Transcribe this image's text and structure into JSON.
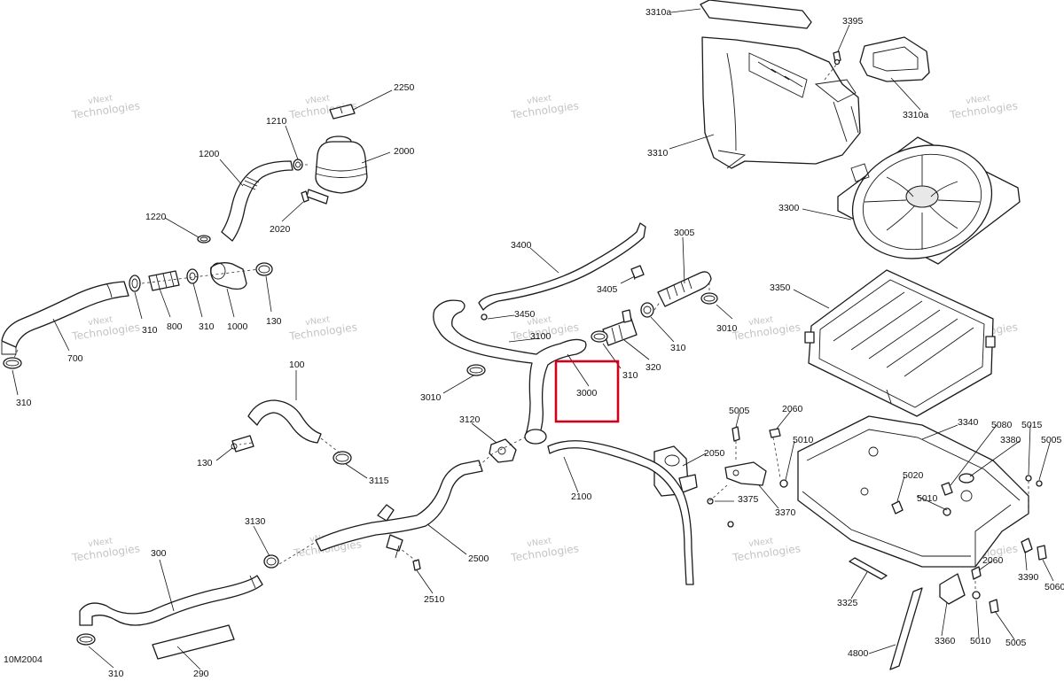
{
  "diagram_code": "10M2004",
  "watermark": {
    "line1": "vNext",
    "line2": "Technologies"
  },
  "highlight_color": "#d0021b",
  "highlighted_part": "3000",
  "labels": [
    {
      "id": "l_3310a_top",
      "text": "3310a"
    },
    {
      "id": "l_3395",
      "text": "3395"
    },
    {
      "id": "l_3310a_right",
      "text": "3310a"
    },
    {
      "id": "l_3310",
      "text": "3310"
    },
    {
      "id": "l_3300",
      "text": "3300"
    },
    {
      "id": "l_2250",
      "text": "2250"
    },
    {
      "id": "l_1210",
      "text": "1210"
    },
    {
      "id": "l_2000",
      "text": "2000"
    },
    {
      "id": "l_1200",
      "text": "1200"
    },
    {
      "id": "l_1220",
      "text": "1220"
    },
    {
      "id": "l_2020",
      "text": "2020"
    },
    {
      "id": "l_3400",
      "text": "3400"
    },
    {
      "id": "l_3005",
      "text": "3005"
    },
    {
      "id": "l_3405",
      "text": "3405"
    },
    {
      "id": "l_3350",
      "text": "3350"
    },
    {
      "id": "l_310_a",
      "text": "310"
    },
    {
      "id": "l_800",
      "text": "800"
    },
    {
      "id": "l_310_b",
      "text": "310"
    },
    {
      "id": "l_1000",
      "text": "1000"
    },
    {
      "id": "l_130_a",
      "text": "130"
    },
    {
      "id": "l_3450",
      "text": "3450"
    },
    {
      "id": "l_3100",
      "text": "3100"
    },
    {
      "id": "l_3010_a",
      "text": "3010"
    },
    {
      "id": "l_310_c",
      "text": "310"
    },
    {
      "id": "l_320",
      "text": "320"
    },
    {
      "id": "l_310_d",
      "text": "310"
    },
    {
      "id": "l_700",
      "text": "700"
    },
    {
      "id": "l_310_e",
      "text": "310"
    },
    {
      "id": "l_100",
      "text": "100"
    },
    {
      "id": "l_3000",
      "text": "3000"
    },
    {
      "id": "l_3010_b",
      "text": "3010"
    },
    {
      "id": "l_3120",
      "text": "3120"
    },
    {
      "id": "l_130_b",
      "text": "130"
    },
    {
      "id": "l_3115",
      "text": "3115"
    },
    {
      "id": "l_5005_a",
      "text": "5005"
    },
    {
      "id": "l_2060_a",
      "text": "2060"
    },
    {
      "id": "l_5010_a",
      "text": "5010"
    },
    {
      "id": "l_3340",
      "text": "3340"
    },
    {
      "id": "l_5080",
      "text": "5080"
    },
    {
      "id": "l_5015",
      "text": "5015"
    },
    {
      "id": "l_5005_b",
      "text": "5005"
    },
    {
      "id": "l_3380",
      "text": "3380"
    },
    {
      "id": "l_2050",
      "text": "2050"
    },
    {
      "id": "l_2100",
      "text": "2100"
    },
    {
      "id": "l_5020",
      "text": "5020"
    },
    {
      "id": "l_5010_b",
      "text": "5010"
    },
    {
      "id": "l_3375",
      "text": "3375"
    },
    {
      "id": "l_3370",
      "text": "3370"
    },
    {
      "id": "l_3130",
      "text": "3130"
    },
    {
      "id": "l_300",
      "text": "300"
    },
    {
      "id": "l_2500",
      "text": "2500"
    },
    {
      "id": "l_2060_b",
      "text": "2060"
    },
    {
      "id": "l_3390",
      "text": "3390"
    },
    {
      "id": "l_5060",
      "text": "5060"
    },
    {
      "id": "l_2510",
      "text": "2510"
    },
    {
      "id": "l_3325",
      "text": "3325"
    },
    {
      "id": "l_4800",
      "text": "4800"
    },
    {
      "id": "l_3360",
      "text": "3360"
    },
    {
      "id": "l_5010_c",
      "text": "5010"
    },
    {
      "id": "l_5005_c",
      "text": "5005"
    },
    {
      "id": "l_310_f",
      "text": "310"
    },
    {
      "id": "l_290",
      "text": "290"
    }
  ]
}
